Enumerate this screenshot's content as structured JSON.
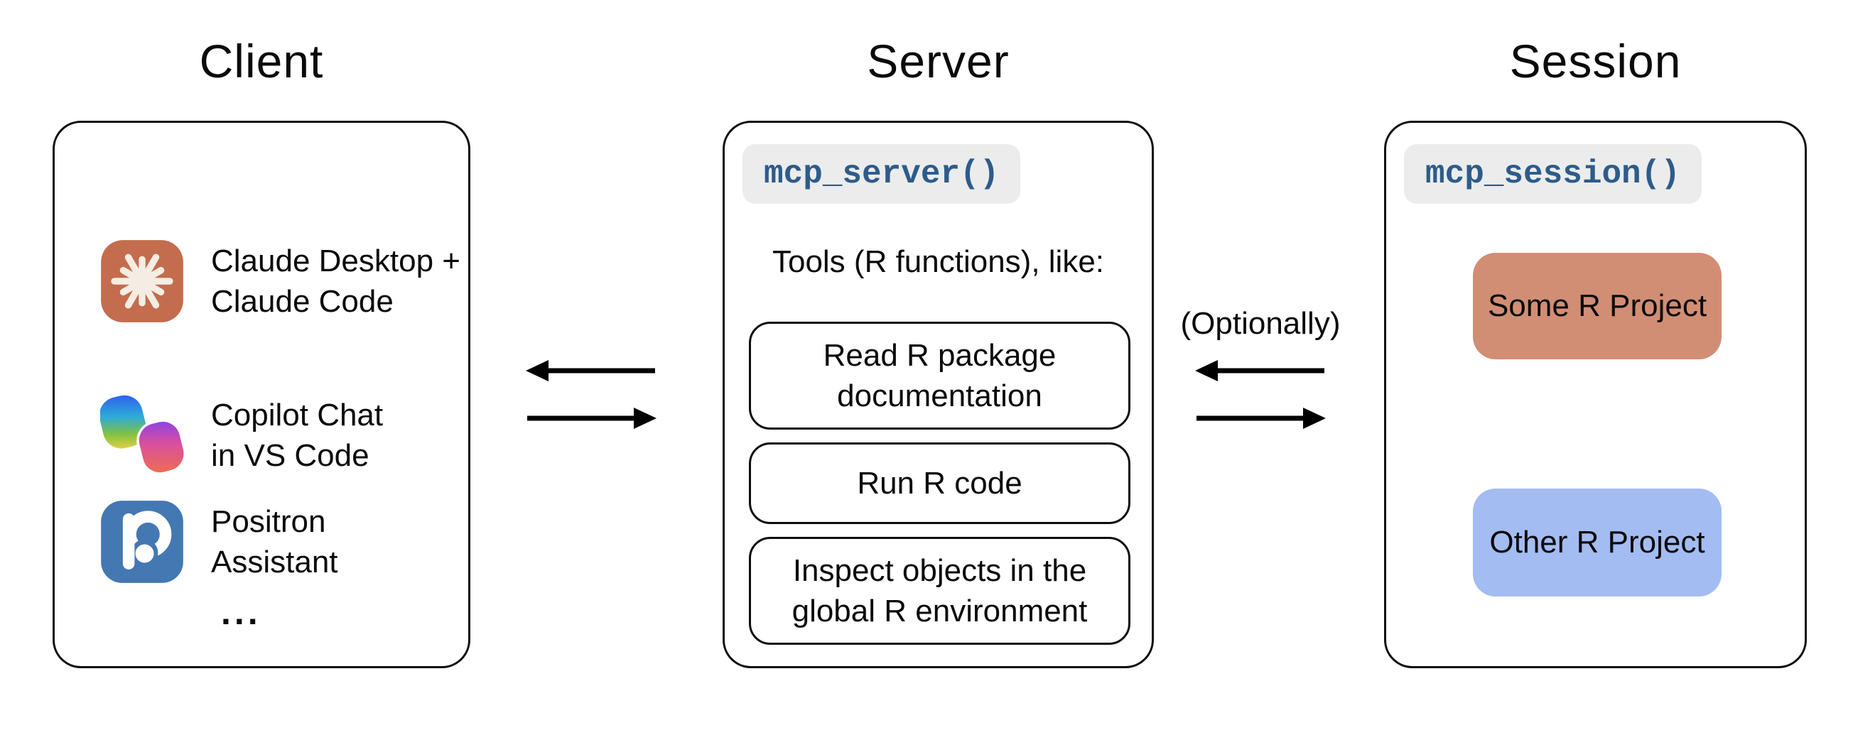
{
  "diagram": {
    "client": {
      "title": "Client",
      "items": [
        {
          "icon": "claude-logo-icon",
          "lines": [
            "Claude Desktop +",
            "Claude Code"
          ]
        },
        {
          "icon": "copilot-logo-icon",
          "lines": [
            "Copilot Chat",
            "in VS Code"
          ]
        },
        {
          "icon": "positron-logo-icon",
          "lines": [
            "Positron",
            "Assistant"
          ]
        }
      ],
      "more_indicator": "..."
    },
    "server": {
      "title": "Server",
      "code_chip": "mcp_server()",
      "tools_heading": "Tools (R functions), like:",
      "tools": [
        "Read R package documentation",
        "Run R code",
        "Inspect objects in the global R environment"
      ]
    },
    "session": {
      "title": "Session",
      "code_chip": "mcp_session()",
      "projects": [
        {
          "label": "Some R Project",
          "color": "#d18e74"
        },
        {
          "label": "Other R Project",
          "color": "#a3bcf2"
        }
      ]
    },
    "connections": {
      "optionally_label": "(Optionally)"
    },
    "colors": {
      "chip_background": "#ececec",
      "chip_text": "#2d5c8a",
      "claude_icon_background": "#c46c4e",
      "claude_icon_star": "#f5ede3",
      "positron_icon_background": "#4478b2",
      "box_stroke": "#0d0d0d",
      "arrow_color": "#000000"
    }
  }
}
